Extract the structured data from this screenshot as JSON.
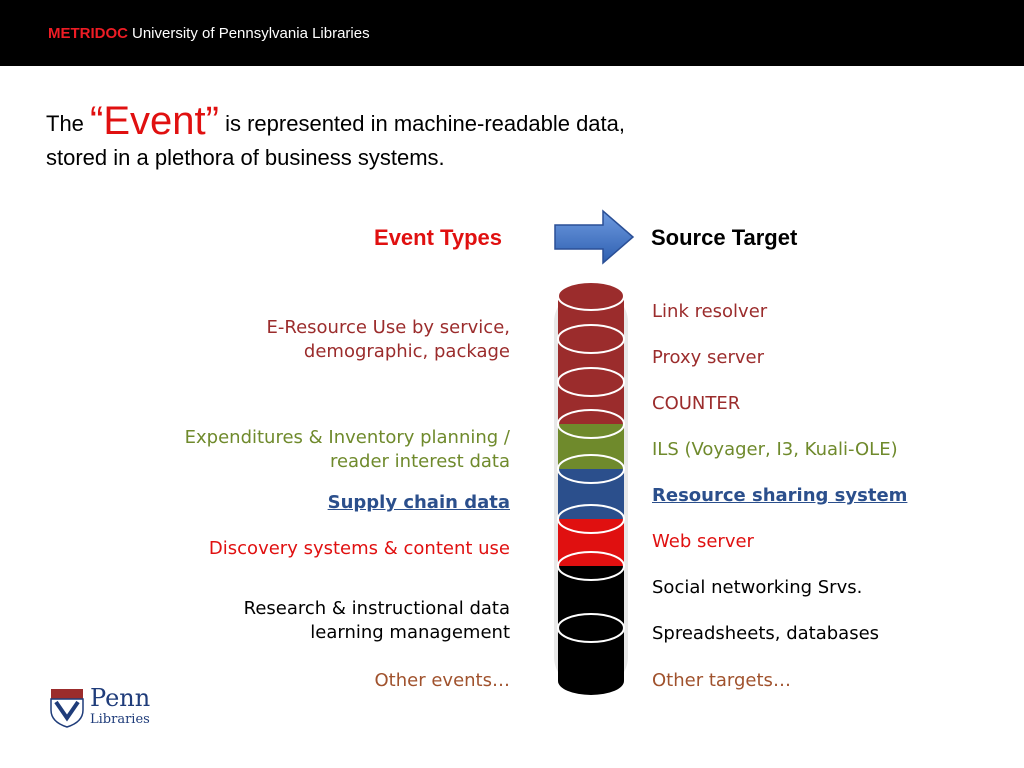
{
  "header": {
    "brand_accent": "METRIDOC",
    "brand_text": "University of Pennsylvania Libraries"
  },
  "headline": {
    "part1": "The",
    "emphasis": "“Event”",
    "part2": " is represented in machine-readable data,",
    "line2": "stored in a plethora of business systems."
  },
  "columns": {
    "left_header": "Event Types",
    "right_header": "Source Target"
  },
  "event_types": [
    {
      "lines": [
        "E-Resource Use by service,",
        "demographic, package"
      ],
      "color": "#9b2c2c"
    },
    {
      "lines": [
        "Expenditures & Inventory planning /",
        "reader interest data"
      ],
      "color": "#6f8a2c"
    },
    {
      "lines": [
        "Supply chain data"
      ],
      "color": "#2b4f8c"
    },
    {
      "lines": [
        "Discovery systems & content use"
      ],
      "color": "#e01010"
    },
    {
      "lines": [
        "Research & instructional data",
        "learning management"
      ],
      "color": "#000000"
    },
    {
      "lines": [
        "Other events…"
      ],
      "color": "#a0522d"
    }
  ],
  "source_targets": [
    {
      "label": "Link resolver",
      "color": "#9b2c2c"
    },
    {
      "label": "Proxy server",
      "color": "#9b2c2c"
    },
    {
      "label": "COUNTER",
      "color": "#9b2c2c"
    },
    {
      "label": "ILS (Voyager, I3, Kuali-OLE)",
      "color": "#6f8a2c"
    },
    {
      "label": "Resource sharing system",
      "color": "#2b4f8c"
    },
    {
      "label": "Web server",
      "color": "#e01010"
    },
    {
      "label": "Social networking Srvs.",
      "color": "#000000"
    },
    {
      "label": "Spreadsheets, databases",
      "color": "#000000"
    },
    {
      "label": "Other targets…",
      "color": "#a0522d"
    }
  ],
  "logo": {
    "name": "Penn",
    "sub": "Libraries"
  },
  "colors": {
    "accent_red": "#e01010",
    "dark_red": "#9b2c2c",
    "green": "#6f8a2c",
    "blue": "#2b4f8c",
    "brown": "#a0522d",
    "arrow_blue": "#3a6fc4"
  }
}
